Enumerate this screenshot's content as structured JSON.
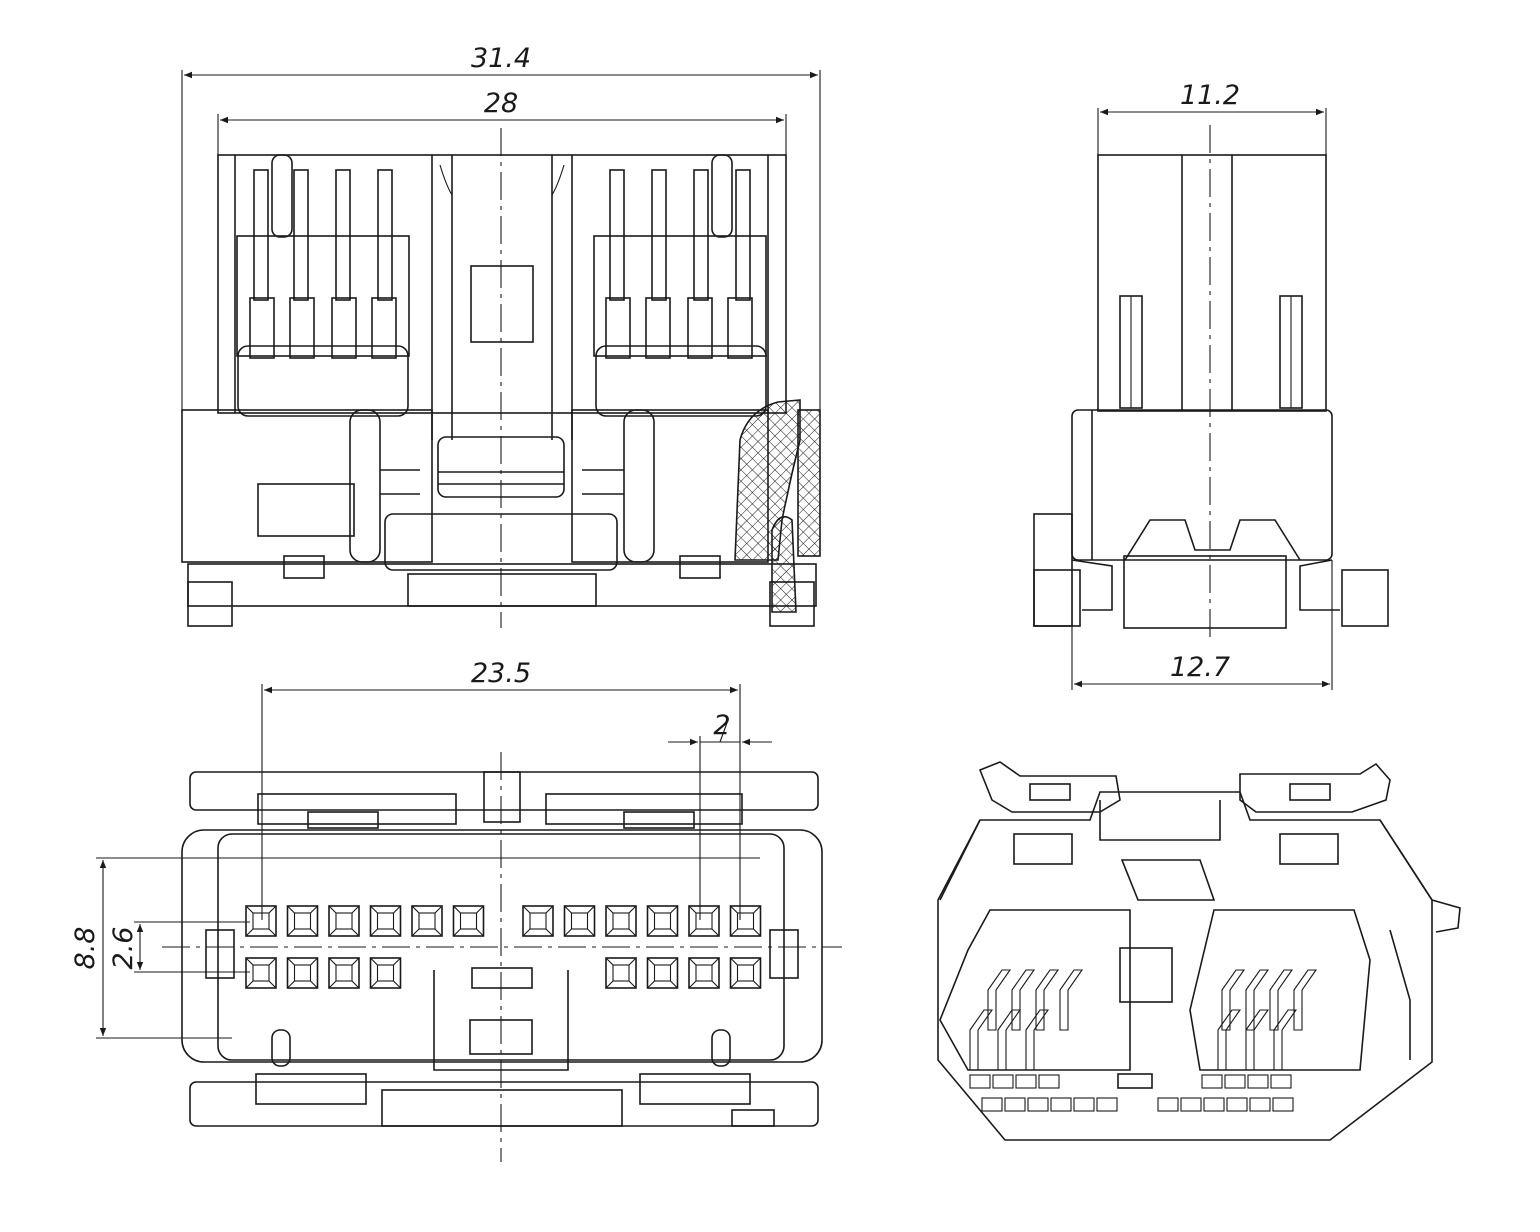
{
  "dimensions": {
    "front_overall_width": "31.4",
    "front_inner_width": "28",
    "side_top_width": "11.2",
    "side_bottom_width": "12.7",
    "bottom_pin_span": "23.5",
    "bottom_pitch": "2",
    "bottom_height": "8.8",
    "bottom_row_spacing": "2.6"
  },
  "pin_layout": {
    "top_row_left_count": 6,
    "top_row_right_count": 6,
    "bottom_row_left_count": 4,
    "bottom_row_right_count": 4
  }
}
